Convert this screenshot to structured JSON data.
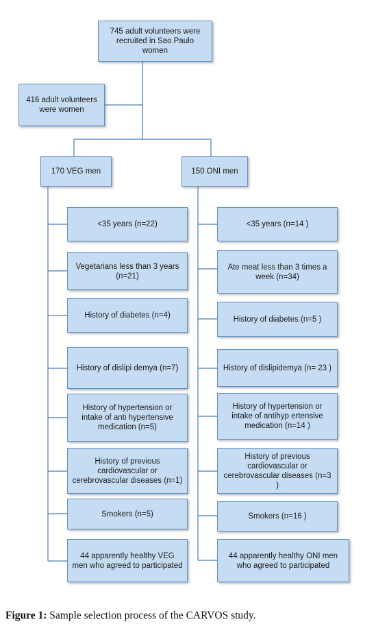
{
  "flowchart": {
    "recruited": "745  adult volunteers were recruited in Sao Paulo women",
    "women": "416 adult volunteers were women",
    "veg_men": "170 VEG men",
    "oni_men": "150 ONI men",
    "veg_exclusions": [
      "<35 years (n=22)",
      "Vegetarians less than 3 years (n=21)",
      "History of diabetes (n=4)",
      "History of dislipi     demya (n=7)",
      "History of hypertension or intake of anti  hypertensive medication (n=5)",
      "History of previous cardiovascular    or cerebrovascular    diseases (n=1)",
      "Smokers (n=5)"
    ],
    "veg_final": "44 apparently healthy VEG men who agreed to participated",
    "oni_exclusions": [
      "<35 years (n=14    )",
      "Ate meat less than 3 times a week (n=34)",
      "History of diabetes (n=5     )",
      "History of dislipidemya (n= 23 )",
      "History of hypertension or intake of antihyp    ertensive medication (n=14    )",
      "History of previous cardiovascular    or cerebrovascular    diseases (n=3 )",
      "Smokers (n=16    )"
    ],
    "oni_final": "44 apparently healthy ONI men who agreed to participated"
  },
  "caption": {
    "label": "Figure 1:",
    "text": " Sample selection process of the CARVOS study."
  },
  "colors": {
    "box_fill": "#c6dcf2",
    "box_border": "#5d8fc4",
    "connector": "#4a7ab4"
  }
}
